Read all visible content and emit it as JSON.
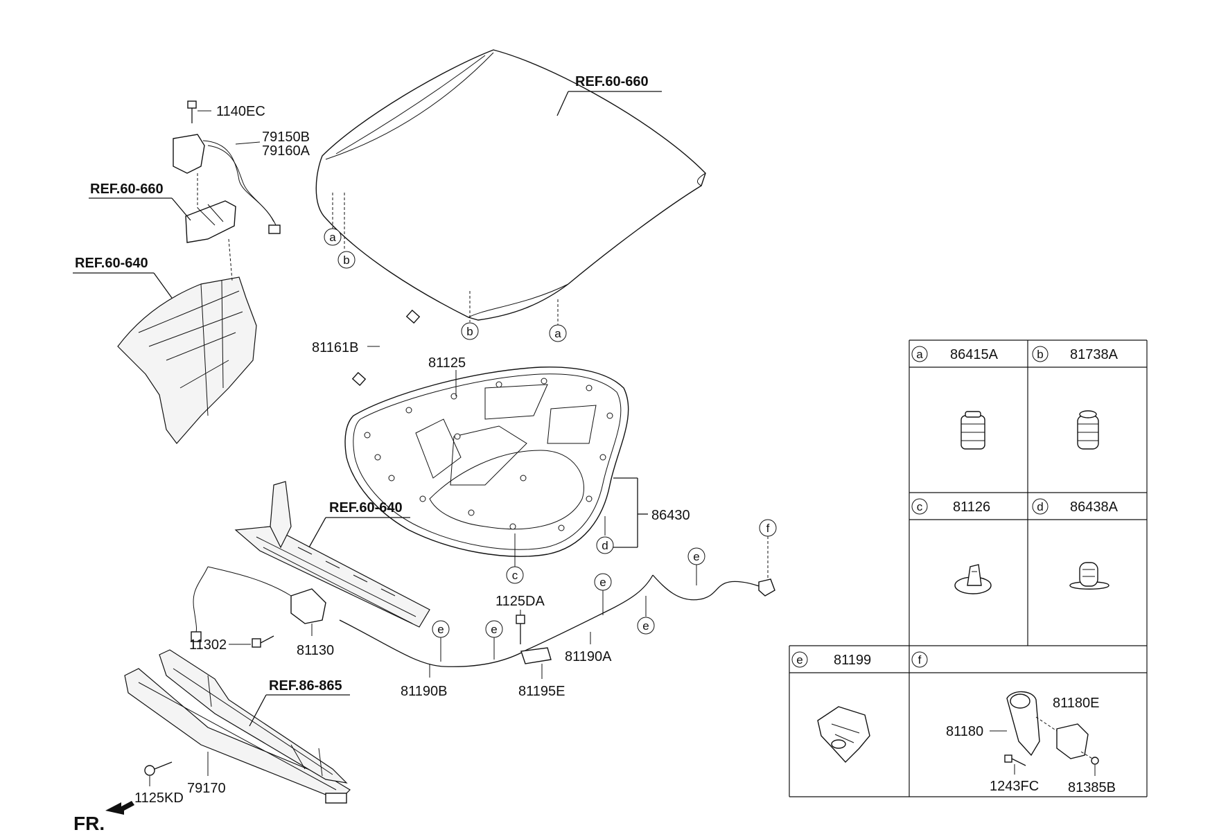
{
  "refs": {
    "hood": "REF.60-660",
    "hinge": "REF.60-660",
    "fender_apron": "REF.60-640",
    "radiator_support": "REF.60-640",
    "bumper": "REF.86-865"
  },
  "parts": {
    "bolt_top": "1140EC",
    "seal_a": "79150B",
    "seal_b": "79160A",
    "stay": "81161B",
    "insulator": "81125",
    "weatherstrip": "86430",
    "latch_bolt": "11302",
    "latch": "81130",
    "bolt_mid": "1125DA",
    "cable_a": "81190A",
    "cable_b": "81190B",
    "handle": "81195E",
    "bolt_bottom": "1125KD",
    "bracket": "79170"
  },
  "legend": {
    "a": {
      "letter": "a",
      "part": "86415A"
    },
    "b": {
      "letter": "b",
      "part": "81738A"
    },
    "c": {
      "letter": "c",
      "part": "81126"
    },
    "d": {
      "letter": "d",
      "part": "86438A"
    },
    "e": {
      "letter": "e",
      "part": "81199"
    },
    "f": {
      "letter": "f",
      "part": "",
      "sub": [
        "81180E",
        "81180",
        "1243FC",
        "81385B"
      ]
    }
  },
  "callouts": {
    "a": "a",
    "b": "b",
    "c": "c",
    "d": "d",
    "e": "e",
    "f": "f"
  },
  "direction": "FR."
}
